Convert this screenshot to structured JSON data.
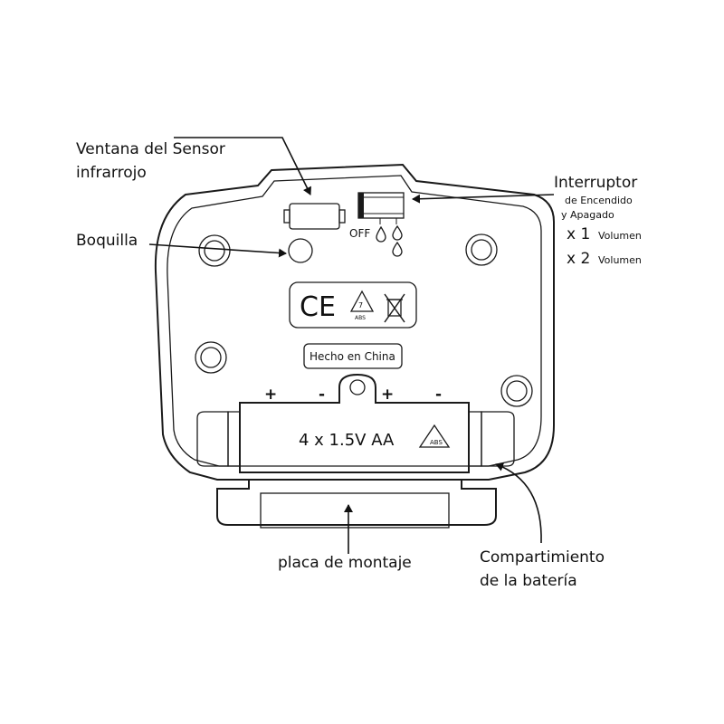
{
  "callouts": {
    "sensor_window_line1": "Ventana del Sensor",
    "sensor_window_line2": "infrarrojo",
    "nozzle": "Boquilla",
    "switch_title": "Interruptor",
    "switch_sub1": "de Encendido",
    "switch_sub2": "y Apagado",
    "volume1_prefix": "x 1",
    "volume1_suffix": "Volumen",
    "volume2_prefix": "x 2",
    "volume2_suffix": "Volumen",
    "mounting_plate": "placa de montaje",
    "battery_line1": "Compartimiento",
    "battery_line2": "de la batería"
  },
  "device": {
    "switch_off_label": "OFF",
    "ce_mark": "CE",
    "recycle_code": "7",
    "recycle_material": "ABS",
    "made_in": "Hecho en China",
    "battery_text": "4 x 1.5V  AA",
    "battery_recycle_material": "ABS",
    "polarity": [
      "+",
      "-",
      "+",
      "-"
    ]
  },
  "colors": {
    "line": "#1a1a1a",
    "background": "#ffffff"
  }
}
